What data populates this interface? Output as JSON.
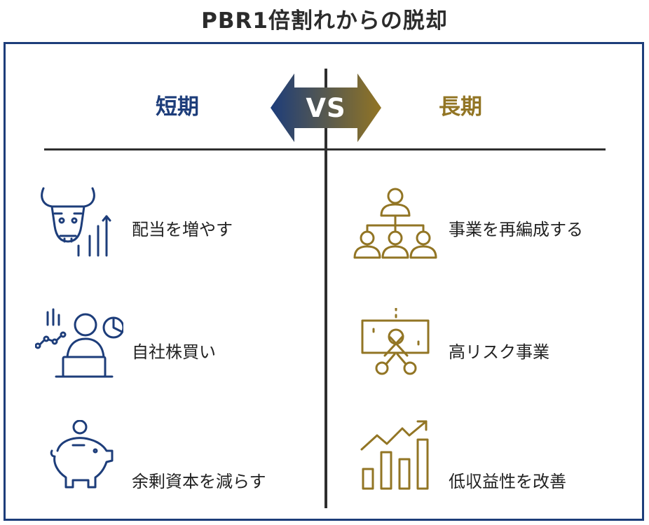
{
  "title": "PBR1倍割れからの脱却",
  "vs_label": "VS",
  "left": {
    "heading": "短期",
    "color": "#1d3d7a",
    "items": [
      {
        "label": "配当を増やす",
        "icon": "bull-growth-icon"
      },
      {
        "label": "自社株買い",
        "icon": "investor-laptop-icon"
      },
      {
        "label": "余剰資本を減らす",
        "icon": "piggy-bank-icon"
      }
    ]
  },
  "right": {
    "heading": "長期",
    "color": "#927524",
    "items": [
      {
        "label": "事業を再編成する",
        "icon": "org-chart-icon"
      },
      {
        "label": "高リスク事業",
        "icon": "cut-money-icon"
      },
      {
        "label": "低収益性を改善",
        "icon": "bar-chart-growth-icon"
      }
    ]
  }
}
